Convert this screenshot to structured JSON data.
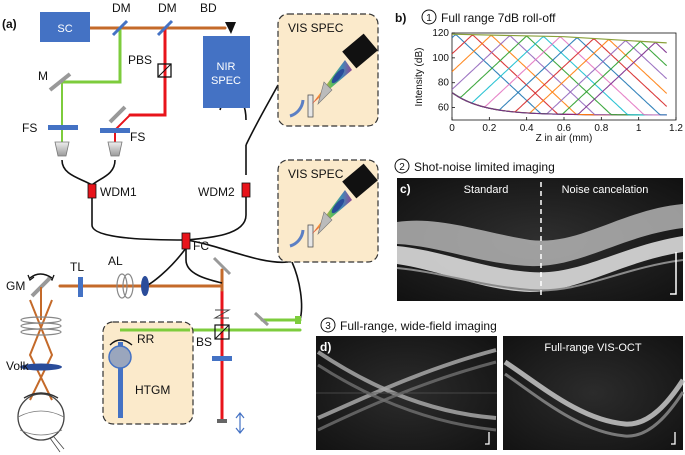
{
  "panel_a": {
    "label": "(a)",
    "components": {
      "sc": "SC",
      "dm1": "DM",
      "dm2": "DM",
      "bd": "BD",
      "pbs": "PBS",
      "m": "M",
      "fs1": "FS",
      "fs2": "FS",
      "nir_spec_1": "NIR",
      "nir_spec_2": "SPEC",
      "vis_spec_1": "VIS SPEC",
      "vis_spec_2": "VIS SPEC",
      "wdm1": "WDM1",
      "wdm2": "WDM2",
      "fc": "FC",
      "gm": "GM",
      "tl": "TL",
      "al": "AL",
      "volk": "Volk",
      "rr": "RR",
      "htgm": "HTGM",
      "bs": "BS"
    }
  },
  "panel_b": {
    "label": "b)",
    "title": "Full range 7dB roll-off",
    "circle_number": "1",
    "chart_data": {
      "type": "line",
      "xlabel": "Z in air (mm)",
      "ylabel": "Intensity (dB)",
      "xlim": [
        0,
        1.2
      ],
      "ylim": [
        50,
        120
      ],
      "xticks": [
        "0",
        "0.2",
        "0.4",
        "0.6",
        "0.8",
        "1",
        "1.2"
      ],
      "yticks": [
        "60",
        "80",
        "100",
        "120"
      ],
      "peak_positions": [
        0.02,
        0.11,
        0.21,
        0.31,
        0.4,
        0.49,
        0.58,
        0.67,
        0.76,
        0.84,
        0.93,
        1.01,
        1.09
      ],
      "envelope": {
        "x": [
          0.0,
          0.6,
          1.15
        ],
        "y": [
          119,
          117,
          112
        ]
      },
      "noise_floor": 54,
      "colors": [
        "#1f77b4",
        "#d62728",
        "#ff7f0e",
        "#9467bd",
        "#2ca02c",
        "#17becf",
        "#e377c2",
        "#1f77b4",
        "#d62728",
        "#ff7f0e",
        "#9467bd",
        "#2ca02c",
        "#7b2a8c"
      ]
    }
  },
  "panel_c": {
    "label": "c)",
    "title": "Shot-noise limited imaging",
    "circle_number": "2",
    "left_title": "Standard",
    "right_title": "Noise cancelation"
  },
  "panel_d": {
    "label": "d)",
    "title": "Full-range, wide-field imaging",
    "circle_number": "3",
    "right_title": "Full-range VIS-OCT"
  },
  "colors": {
    "box_fill": "#fbeacb",
    "spec_blue": "#4472c4",
    "beam_red": "#e8141b",
    "beam_green": "#7dcc3c",
    "beam_orange": "#c46a2a"
  }
}
